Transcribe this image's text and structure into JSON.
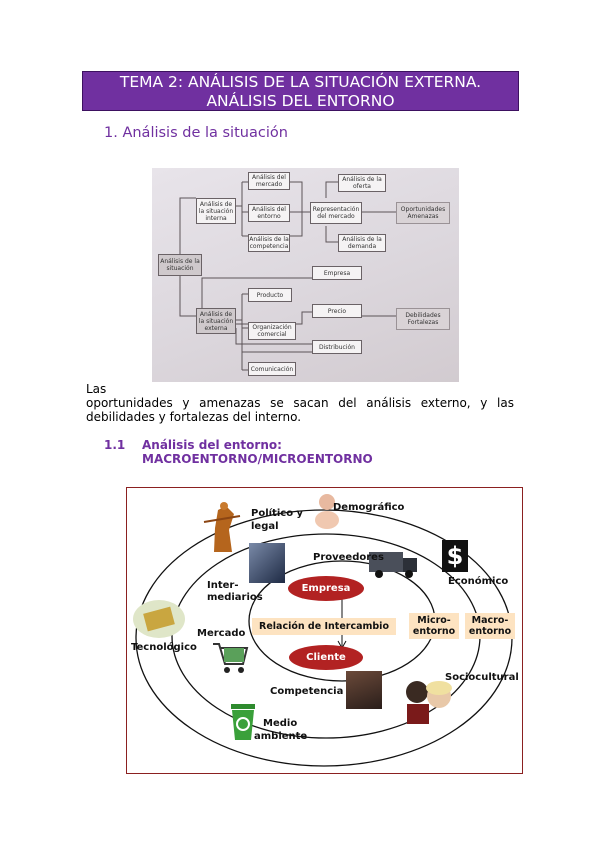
{
  "header": {
    "title_line1": "TEMA 2: ANÁLISIS DE LA SITUACIÓN EXTERNA.",
    "title_line2": "ANÁLISIS DEL ENTORNO"
  },
  "section1": {
    "heading": "1. Análisis de la situación"
  },
  "diagram1": {
    "root": "Análisis de la situación",
    "internal": "Análisis de la situación interna",
    "external": "Análisis de la situación externa",
    "market_analysis": "Análisis del mercado",
    "environment_analysis": "Análisis del entorno",
    "competition_analysis": "Análisis de la competencia",
    "market_representation": "Representación del mercado",
    "demand_analysis": "Análisis de la demanda",
    "product_analysis": "Análisis de la oferta",
    "opportunities": "Oportunidades Amenazas",
    "company": "Empresa",
    "product": "Producto",
    "price": "Precio",
    "commercial_org": "Organización comercial",
    "distribution": "Distribución",
    "communication": "Comunicación",
    "strengths": "Debilidades Fortalezas"
  },
  "paragraph": {
    "line1": "Las",
    "line2": "oportunidades y amenazas se sacan del análisis externo, y las debilidades y fortalezas del interno."
  },
  "section2": {
    "number": "1.1",
    "title_line1": "Análisis del entorno:",
    "title_line2": "MACROENTORNO/MICROENTORNO"
  },
  "diagram2": {
    "politico": "Político y",
    "legal": "legal",
    "demografico": "Demográfico",
    "proveedores": "Proveedores",
    "economico": "Económico",
    "intermediarios_1": "Inter-",
    "intermediarios_2": "mediarios",
    "empresa": "Empresa",
    "relacion": "Relación de Intercambio",
    "cliente": "Cliente",
    "micro_1": "Micro-",
    "micro_2": "entorno",
    "macro_1": "Macro-",
    "macro_2": "entorno",
    "mercado": "Mercado",
    "tecnologico": "Tecnológico",
    "competencia": "Competencia",
    "sociocultural": "Sociocultural",
    "medio_1": "Medio",
    "medio_2": "ambiente",
    "dollar": "$",
    "colors": {
      "oval": "#b22222",
      "box": "#fde3c1",
      "frame": "#8b2020",
      "accent": "#7030a0"
    }
  }
}
